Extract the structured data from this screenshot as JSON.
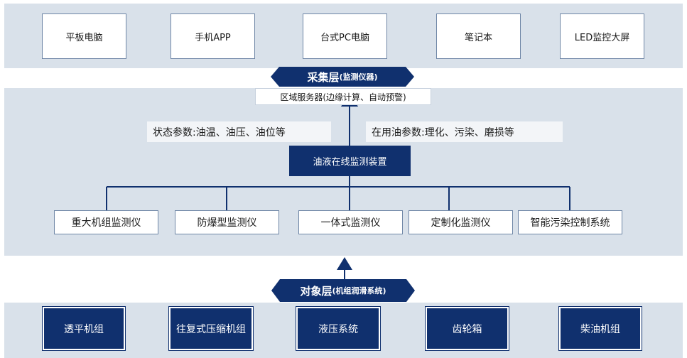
{
  "devices": [
    "平板电脑",
    "手机APP",
    "台式PC电脑",
    "笔记本",
    "LED监控大屏"
  ],
  "collect_layer": {
    "title": "采集层",
    "sub": "(监测仪器)"
  },
  "server": "区域服务器(边缘计算、自动预警)",
  "state_params": "状态参数:油温、油压、油位等",
  "oil_params": "在用油参数:理化、污染、磨损等",
  "online_device": "油液在线监测装置",
  "instruments": [
    "重大机组监测仪",
    "防爆型监测仪",
    "一体式监测仪",
    "定制化监测仪",
    "智能污染控制系统"
  ],
  "object_layer": {
    "title": "对象层",
    "sub": "(机组润滑系统)"
  },
  "objects": [
    "透平机组",
    "往复式压缩机组",
    "液压系统",
    "齿轮箱",
    "柴油机组"
  ],
  "colors": {
    "navy": "#10306e",
    "band": "#d9e1ea"
  }
}
